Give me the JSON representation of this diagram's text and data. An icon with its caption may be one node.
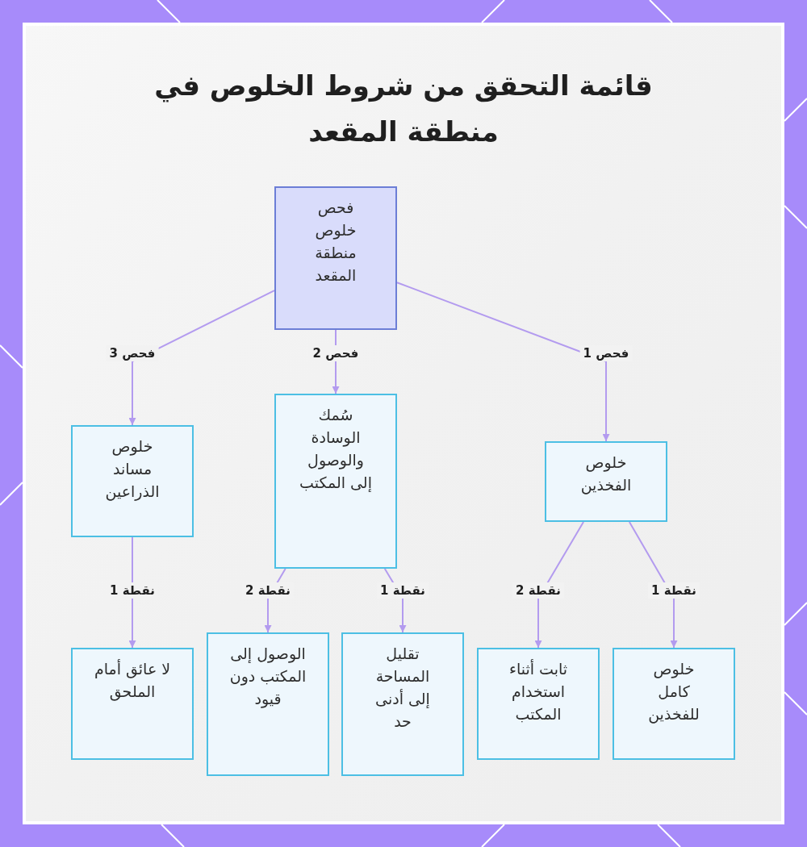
{
  "diagram": {
    "title": "قائمة التحقق من شروط الخلوص في منطقة المقعد",
    "nodes": [
      {
        "text": [
          "فحص خلوص منطقة المقعد"
        ]
      },
      {
        "text": [
          "خلوص الفخذين"
        ]
      },
      {
        "text": [
          "سُمك الوسادة والوصول إلى المكتب"
        ]
      },
      {
        "text": [
          "خلوص مساند الذراعين"
        ]
      },
      {
        "text": [
          "خلوص كامل للفخذين"
        ]
      },
      {
        "text": [
          "ثابت أثناء استخدام المكتب"
        ]
      },
      {
        "text": [
          "تقليل المساحة إلى أدنى حد"
        ]
      },
      {
        "text": [
          "الوصول إلى المكتب دون قيود"
        ]
      },
      {
        "text": [
          "لا عائق أمام الملحق"
        ]
      }
    ],
    "edges": [
      {
        "from": 0,
        "to": 1,
        "arrow": "to",
        "label": "فحص 1"
      },
      {
        "from": 0,
        "to": 2,
        "arrow": "to",
        "label": "فحص 2"
      },
      {
        "from": 0,
        "to": 3,
        "arrow": "to",
        "label": "فحص 3"
      },
      {
        "from": 1,
        "to": 4,
        "arrow": "to",
        "label": "نقطة 1"
      },
      {
        "from": 1,
        "to": 5,
        "arrow": "to",
        "label": "نقطة 2"
      },
      {
        "from": 2,
        "to": 6,
        "arrow": "to",
        "label": "نقطة 1"
      },
      {
        "from": 2,
        "to": 7,
        "arrow": "to",
        "label": "نقطة 2"
      },
      {
        "from": 3,
        "to": 8,
        "arrow": "to",
        "label": "نقطة 1"
      }
    ]
  }
}
